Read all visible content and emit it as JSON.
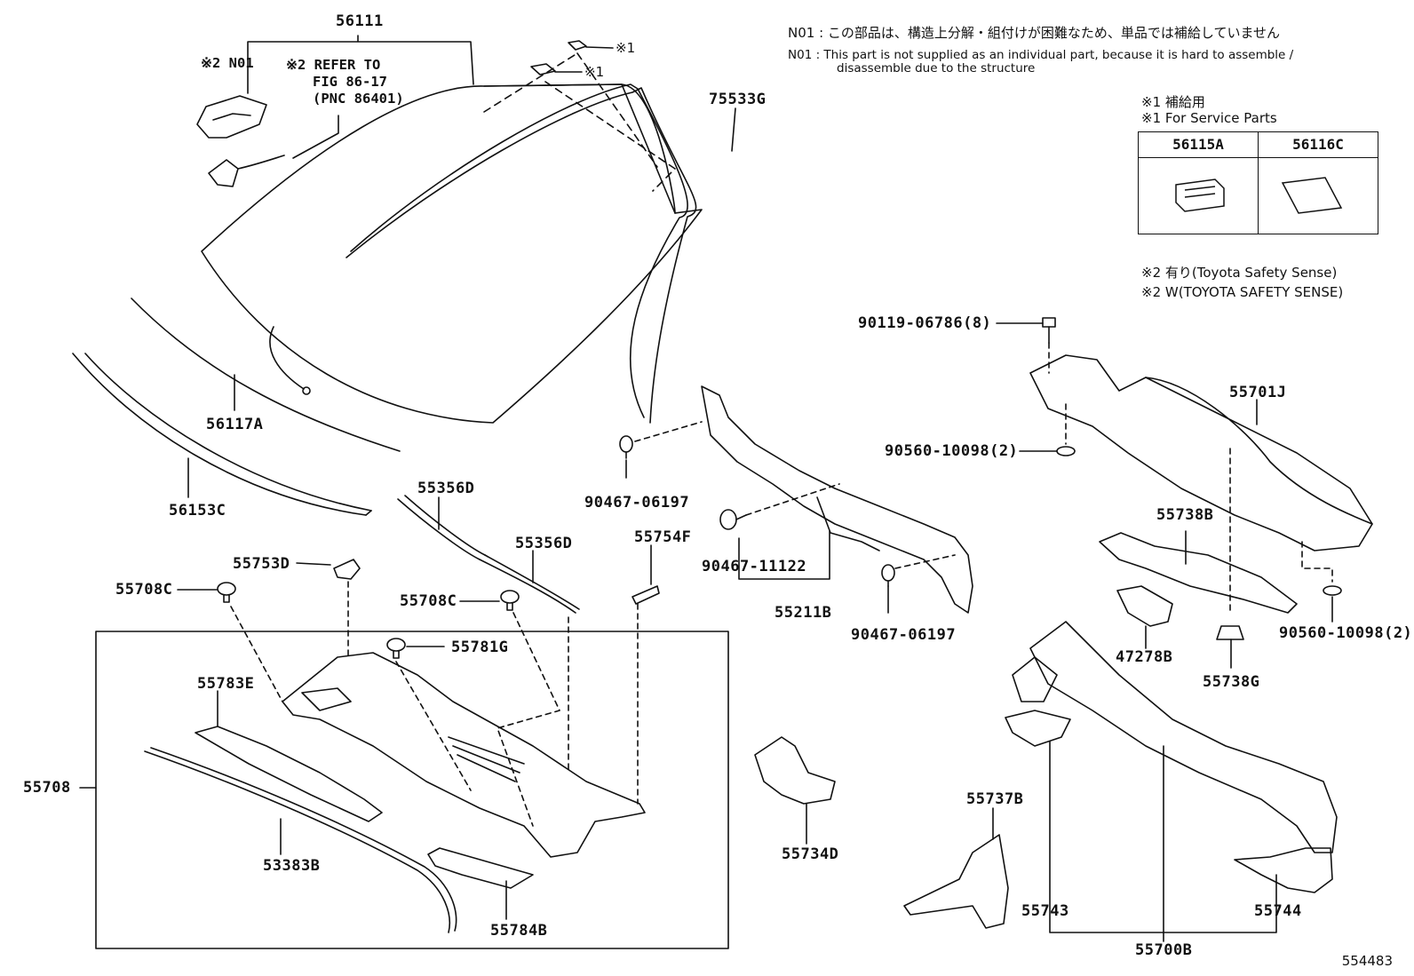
{
  "notes": {
    "n01_ja": "N01 : この部品は、構造上分解・組付けが困難なため、単品では補給していません",
    "n01_en_1": "N01 : This part is not supplied as an individual part, because it is hard to assemble /",
    "n01_en_2": "disassemble due to the structure",
    "mark1_ja": "※1 補給用",
    "mark1_en": "※1 For Service Parts",
    "mark2_ja": "※2 有り(Toyota Safety Sense)",
    "mark2_en": "※2 W(TOYOTA SAFETY SENSE)",
    "refer_1": "※2 REFER TO",
    "refer_2": "FIG 86-17",
    "refer_3": "(PNC 86401)",
    "n01_label": "※2 N01",
    "mark_small_1": "※1",
    "mark_small_2": "※1"
  },
  "service_table": {
    "col1": "56115A",
    "col2": "56116C"
  },
  "parts": {
    "p56111": "56111",
    "p75533G": "75533G",
    "p56117A": "56117A",
    "p56153C": "56153C",
    "p55356D_a": "55356D",
    "p55356D_b": "55356D",
    "p55753D": "55753D",
    "p55708C_a": "55708C",
    "p55708C_b": "55708C",
    "p55754F": "55754F",
    "p55781G": "55781G",
    "p55783E": "55783E",
    "p55708": "55708",
    "p53383B": "53383B",
    "p55784B": "55784B",
    "p90467_06197_a": "90467-06197",
    "p90467_11122": "90467-11122",
    "p55211B": "55211B",
    "p90467_06197_b": "90467-06197",
    "p55734D": "55734D",
    "p90119_06786": "90119-06786(8)",
    "p90560_10098_a": "90560-10098(2)",
    "p55701J": "55701J",
    "p55738B": "55738B",
    "p47278B": "47278B",
    "p55738G": "55738G",
    "p90560_10098_b": "90560-10098(2)",
    "p55737B": "55737B",
    "p55743": "55743",
    "p55744": "55744",
    "p55700B": "55700B"
  },
  "figure_number": "554483"
}
